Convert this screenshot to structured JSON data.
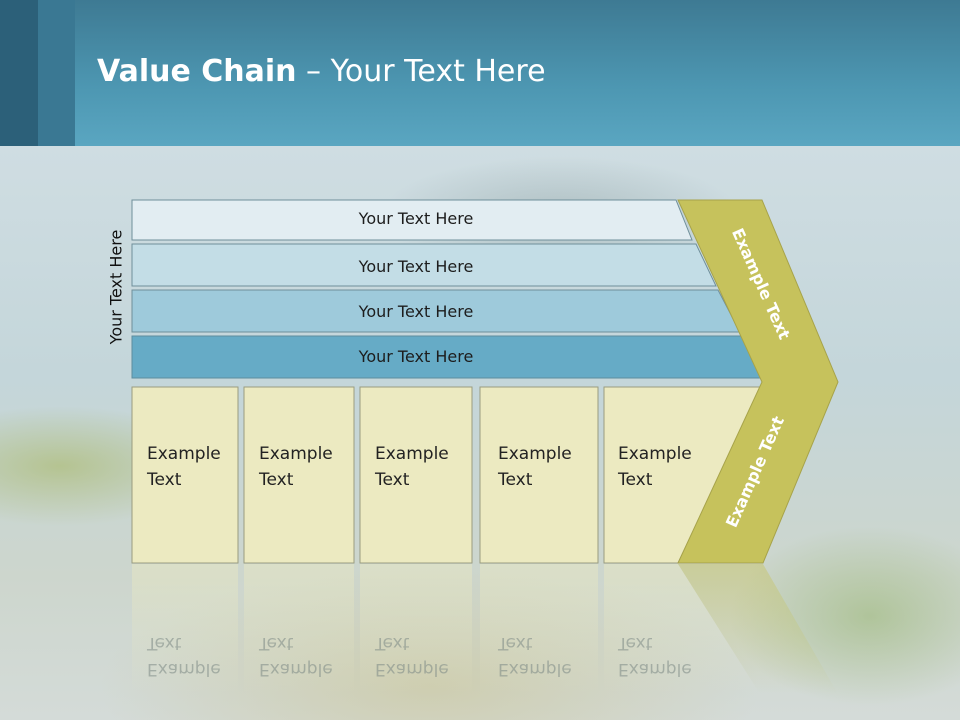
{
  "slide": {
    "title_bold": "Value Chain",
    "title_rest": " – Your Text Here",
    "side_label": "Your Text Here"
  },
  "bars": [
    {
      "label": "Your Text Here",
      "color": "#e2edf2"
    },
    {
      "label": "Your Text Here",
      "color": "#c3dde6"
    },
    {
      "label": "Your Text Here",
      "color": "#9ecadb"
    },
    {
      "label": "Your Text Here",
      "color": "#66abc6"
    }
  ],
  "boxes": [
    {
      "line1": "Example",
      "line2": "Text"
    },
    {
      "line1": "Example",
      "line2": "Text"
    },
    {
      "line1": "Example",
      "line2": "Text"
    },
    {
      "line1": "Example",
      "line2": "Text"
    },
    {
      "line1": "Example",
      "line2": "Text"
    }
  ],
  "chevron": {
    "upper_label": "Example Text",
    "lower_label": "Example Text",
    "color": "#c6c25c"
  },
  "colors": {
    "box_fill": "#eceac1",
    "box_stroke": "#9a9c80",
    "bar_stroke": "#6f8f9a",
    "header": "#4d97b2"
  }
}
